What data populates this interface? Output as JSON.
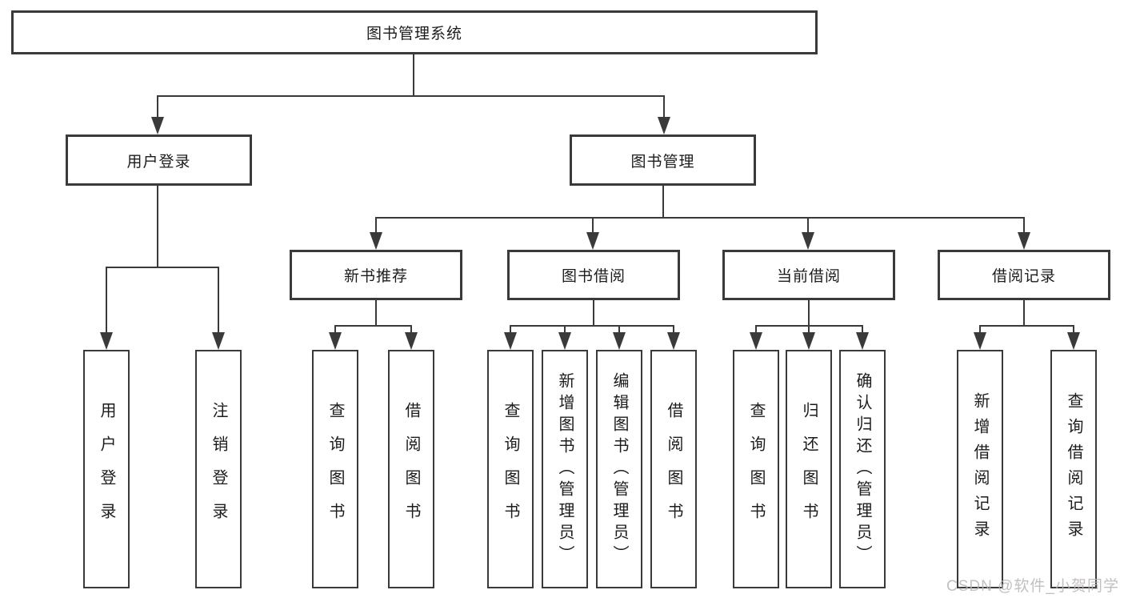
{
  "diagram": {
    "root": {
      "label": "图书管理系统"
    },
    "branches": [
      {
        "label": "用户登录",
        "children": [
          {
            "label": "用户登录"
          },
          {
            "label": "注销登录"
          }
        ]
      },
      {
        "label": "图书管理",
        "children": [
          {
            "label": "新书推荐",
            "children": [
              {
                "label": "查询图书"
              },
              {
                "label": "借阅图书"
              }
            ]
          },
          {
            "label": "图书借阅",
            "children": [
              {
                "label": "查询图书"
              },
              {
                "label": "新增图书（管理员）"
              },
              {
                "label": "编辑图书（管理员）"
              },
              {
                "label": "借阅图书"
              }
            ]
          },
          {
            "label": "当前借阅",
            "children": [
              {
                "label": "查询图书"
              },
              {
                "label": "归还图书"
              },
              {
                "label": "确认归还（管理员）"
              }
            ]
          },
          {
            "label": "借阅记录",
            "children": [
              {
                "label": "新增借阅记录"
              },
              {
                "label": "查询借阅记录"
              }
            ]
          }
        ]
      }
    ]
  },
  "watermark": {
    "text": "CSDN @软件_小贺同学"
  },
  "colors": {
    "line": "#3a3a3a",
    "box_border": "#3a3a3a",
    "text": "#1c1c1c",
    "background": "#ffffff",
    "watermark": "#b9b4b4"
  }
}
